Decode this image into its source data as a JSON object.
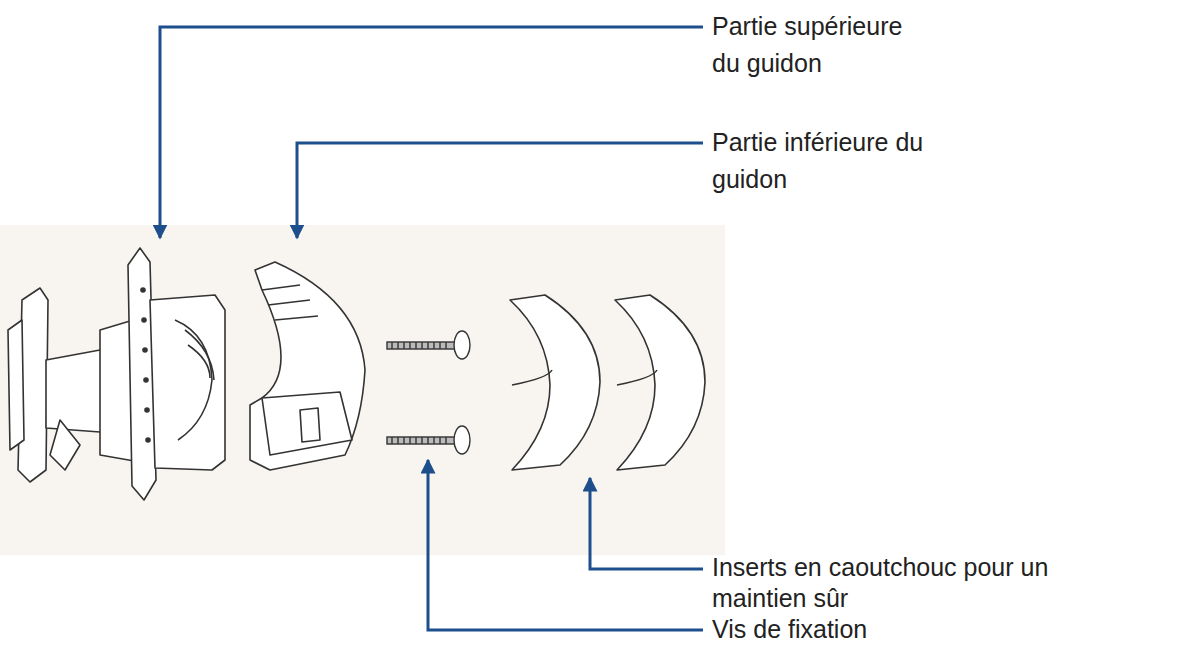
{
  "diagram": {
    "labels": [
      "Partie supérieure du guidon",
      "Partie inférieure du guidon",
      "Inserts en caoutchouc pour un maintien sûr",
      "Vis de fixation"
    ]
  }
}
